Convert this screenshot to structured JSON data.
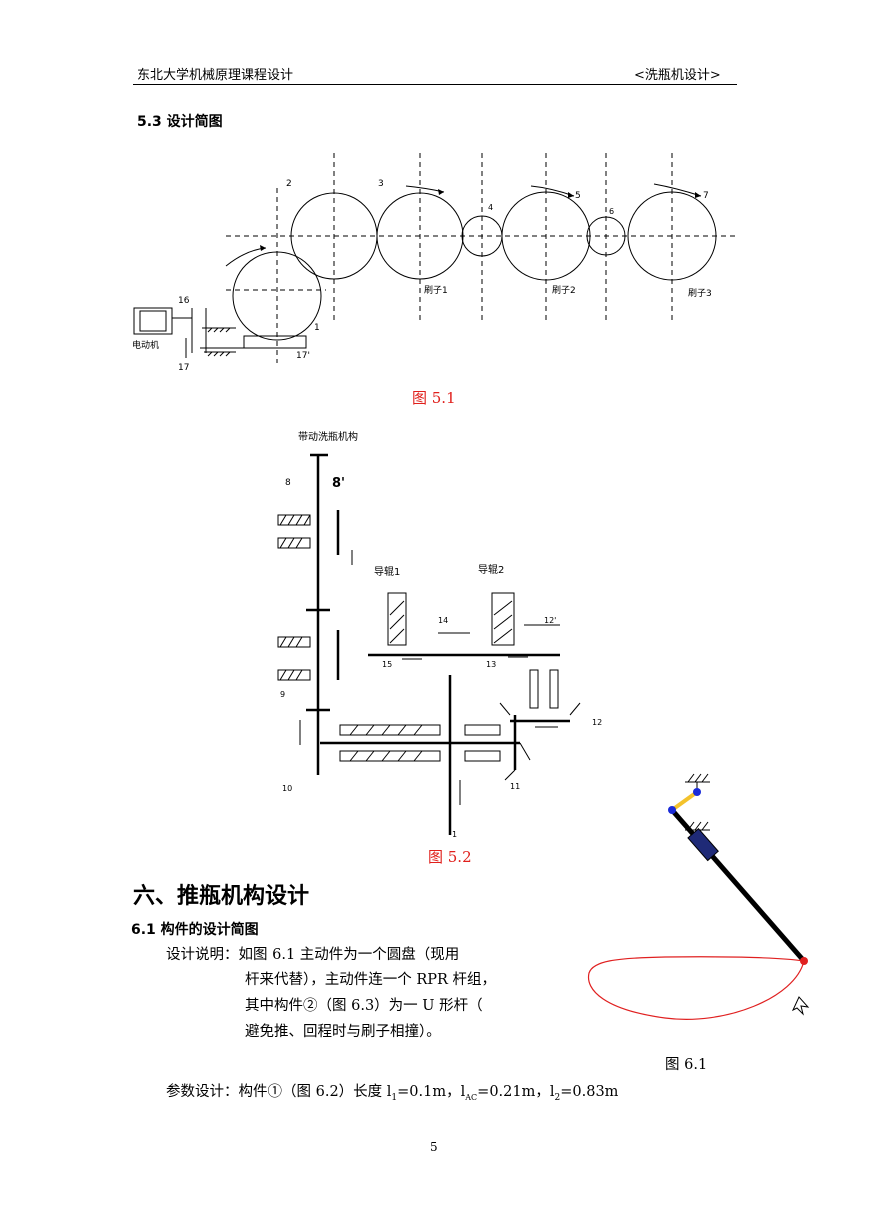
{
  "header": {
    "left": "东北大学机械原理课程设计",
    "right": "<洗瓶机设计>"
  },
  "section_5_3": "5.3  设计简图",
  "fig51": {
    "caption": "图 5.1",
    "labels": {
      "n1": "1",
      "n2": "2",
      "n3": "3",
      "n4": "4",
      "n5": "5",
      "n6": "6",
      "n7": "7",
      "n16": "16",
      "n17": "17",
      "n17p": "17'",
      "motor": "电动机",
      "brush1": "刷子1",
      "brush2": "刷子2",
      "brush3": "刷子3"
    }
  },
  "fig52": {
    "caption": "图 5.2",
    "labels": {
      "top": "带动洗瓶机构",
      "n8": "8",
      "n8p": "8'",
      "guide1": "导辊1",
      "guide2": "导辊2",
      "n14": "14",
      "n12p": "12'",
      "n15": "15",
      "n13": "13",
      "n12": "12",
      "n9": "9",
      "n10": "10",
      "n11": "11",
      "n1": "1"
    }
  },
  "chapter6": "六、推瓶机构设计",
  "section_6_1": "6.1 构件的设计简图",
  "desc": {
    "line1": "设计说明：如图 6.1 主动件为一个圆盘（现用",
    "line2": "杆来代替），主动件连一个 RPR 杆组，",
    "line3": "其中构件②（图 6.3）为一 U 形杆（",
    "line4": "避免推、回程时与刷子相撞）。"
  },
  "fig61": {
    "caption": "图 6.1"
  },
  "params": {
    "prefix": "参数设计：构件①（图 6.2）长度 l",
    "s1": "1",
    "mid1": "=0.1m，l",
    "s2": "AC",
    "mid2": "=0.21m，l",
    "s3": "2",
    "tail": "=0.83m"
  },
  "page_number": "5"
}
